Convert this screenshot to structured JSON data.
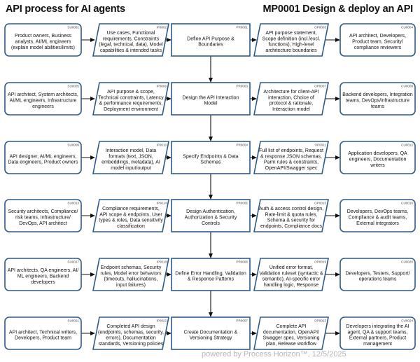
{
  "header": {
    "title": "API process for AI agents",
    "process": "MP0001 Design & deploy an API"
  },
  "colors": {
    "box_stroke": "#2c5a8c",
    "box_fill": "#ffffff",
    "arrow": "#111111",
    "id_text": "#444444"
  },
  "rows": [
    {
      "supplier": {
        "id": "SU0001",
        "text": [
          "Product owners, Business",
          "analysts, AI/ML engineers",
          "(explain model abilities/limits)"
        ]
      },
      "input": {
        "id": "IP0002",
        "text": [
          "Use cases, Functional",
          "requirements, Constraints",
          "(legal, technical, data), Model",
          "capabilities & intended tasks"
        ]
      },
      "process": {
        "id": "PR0001",
        "text": [
          "Define API Purpose &",
          "Boundaries"
        ]
      },
      "output": {
        "id": "OP0003",
        "text": [
          "API purpose statement,",
          "Scope definition (incl./excl.",
          "functions), High-level",
          "architecture boundaries"
        ]
      },
      "customer": {
        "id": "CU0004",
        "text": [
          "API architect, Developers,",
          "Product team, Security/",
          "compliance reviewers"
        ]
      }
    },
    {
      "supplier": {
        "id": "SU0005",
        "text": [
          "API architect, System architects,",
          "AI/ML engineers, Infrastructure",
          "engineers"
        ]
      },
      "input": {
        "id": "IP0006",
        "text": [
          "API purpose & scope,",
          "Technical constraints, Latency",
          "& performance requirements,",
          "Deployment environment"
        ]
      },
      "process": {
        "id": "PR0003",
        "text": [
          "Design the API Interaction",
          "Model"
        ]
      },
      "output": {
        "id": "OP0007",
        "text": [
          "Architecture for client-API",
          "interaction, Choice of",
          "protocol & rationale,",
          "Interaction model"
        ]
      },
      "customer": {
        "id": "CU0008",
        "text": [
          "Backend developers, Integration",
          "teams, DevOps/infrastructure",
          "teams"
        ]
      }
    },
    {
      "supplier": {
        "id": "SU0009",
        "text": [
          "API designer, AI/ML engineers,",
          "Data engineers, Product owners"
        ]
      },
      "input": {
        "id": "IP0010",
        "text": [
          "Interaction model, Data",
          "formats (text, JSON,",
          "embeddings, metadata), AI",
          "model input/output"
        ]
      },
      "process": {
        "id": "PR0004",
        "text": [
          "Specify Endpoints & Data",
          "Schemas"
        ]
      },
      "output": {
        "id": "OP0011",
        "text": [
          "Full list of endpoints, Request",
          "& response JSON schemas,",
          "Parm rules & constraints,",
          "OpenAPI/Swagger spec"
        ]
      },
      "customer": {
        "id": "CU0012",
        "text": [
          "Application developers, QA",
          "engineers, Documentation",
          "writers"
        ]
      }
    },
    {
      "supplier": {
        "id": "SU0013",
        "text": [
          "Security architects, Compliance/",
          "risk teams, Infrastructure/",
          "DevOps, API architect"
        ]
      },
      "input": {
        "id": "IP0014",
        "text": [
          "Compliance requirements,",
          "API scope & endpoints, User",
          "types & roles, Data sensitivity",
          "classification"
        ]
      },
      "process": {
        "id": "PR0005",
        "text": [
          "Design Authentication,",
          "Authorization & Security",
          "Controls"
        ]
      },
      "output": {
        "id": "OP0015",
        "text": [
          "Auth & access control design,",
          "Rate-limit & quota rules,",
          "Schema & security for",
          "endpoints, Compliance docs"
        ]
      },
      "customer": {
        "id": "CU0016",
        "text": [
          "Developers, DevOps teams,",
          "Compliance & audit teams,",
          "External integrators"
        ]
      }
    },
    {
      "supplier": {
        "id": "SU0017",
        "text": [
          "API architects, QA engineers, AI/",
          "ML engineers, Backend",
          "developers"
        ]
      },
      "input": {
        "id": "IP0018",
        "text": [
          "Endpoint schemas, Security",
          "rules, Model error behaviors",
          "(timeouts, hallucinations,",
          "input failures)"
        ]
      },
      "process": {
        "id": "PR0006",
        "text": [
          "Define Error Handling, Validation",
          "& Response Patterns"
        ]
      },
      "output": {
        "id": "OP0019",
        "text": [
          "Unified error format,",
          "Validation ruleset (syntactic &",
          "semantic), AI-specific error",
          "handling logic, Response"
        ]
      },
      "customer": {
        "id": "CU0020",
        "text": [
          "Developers, Testers, Support/",
          "operations teams"
        ]
      }
    },
    {
      "supplier": {
        "id": "SU0021",
        "text": [
          "API architect, Technical writers,",
          "Developers, Product team"
        ]
      },
      "input": {
        "id": "IP0022",
        "text": [
          "Completed API design",
          "(endpoints, schemas, security,",
          "errors), Documentation",
          "standards, Versioning policies"
        ]
      },
      "process": {
        "id": "PR0007",
        "text": [
          "Create Documentation &",
          "Versioning Strategy"
        ]
      },
      "output": {
        "id": "OP0023",
        "text": [
          "Complete API",
          "documentation, OpenAPI/",
          "Swagger spec, Versioning",
          "plan, Release workflow"
        ]
      },
      "customer": {
        "id": "CU0024",
        "text": [
          "Developers integrating the AI",
          "agent, QA & support teams,",
          "External partners, Product",
          "management"
        ]
      }
    }
  ],
  "footer": "powered by Process Horizon™, 12/5/2025"
}
